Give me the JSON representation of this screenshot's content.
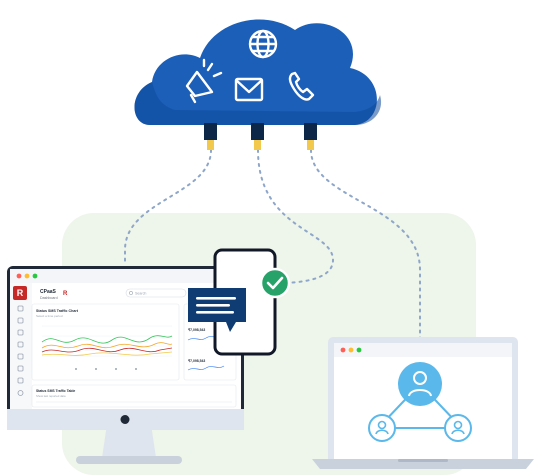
{
  "dashboard": {
    "brand_short": "CPaaS",
    "brand_sub": "Dashboard",
    "logo_letter": "R",
    "search_placeholder": "Search",
    "chart_title": "Status SMS Traffic Chart",
    "chart_subtitle": "Select a time period",
    "table_title": "Status SMS Traffic Table",
    "table_subtitle": "Show last reported data",
    "stat1": "₹7,098,543",
    "stat2": "₹7,098,543"
  },
  "colors": {
    "cloud": "#1c5fb8",
    "cloud_dark": "#0f4a9a",
    "plug": "#0c2747",
    "plug_tip": "#f2c94c",
    "green_bg": "#eef5ea",
    "check": "#27a36a",
    "accent_red": "#c62828",
    "user_blue": "#5ab8ea",
    "message_navy": "#0f3c73"
  },
  "icons": [
    "globe-icon",
    "megaphone-icon",
    "mail-icon",
    "phone-icon",
    "check-icon",
    "message-icon",
    "user-icon"
  ]
}
